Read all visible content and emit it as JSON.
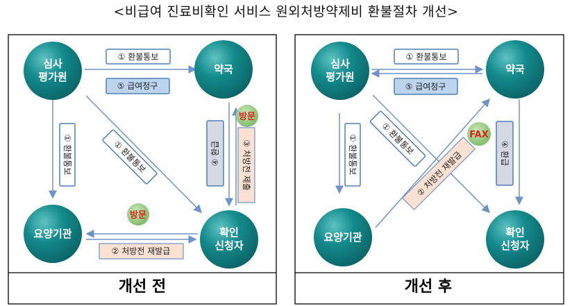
{
  "title": "<비급여 진료비확인 서비스 원외처방약제비 환불절차 개선>",
  "before": {
    "caption": "개선 전",
    "nodes": {
      "hira_1": "심사",
      "hira_2": "평가원",
      "pharmacy": "약국",
      "hospital": "요양기관",
      "applicant_1": "확인",
      "applicant_2": "신청자"
    },
    "labels": {
      "refund_notice_top": "① 환불통보",
      "claim": "⑤ 급여청구",
      "refund_notice_left": "① 환불통보",
      "refund_notice_diag": "① 환불통보",
      "refund": "④ 환급",
      "submit_rx": "③ 처방전 제출",
      "reissue_rx": "② 처방전 재발급",
      "visit_1": "방문",
      "visit_2": "방문"
    }
  },
  "after": {
    "caption": "개선 후",
    "nodes": {
      "hira_1": "심사",
      "hira_2": "평가원",
      "pharmacy": "약국",
      "hospital": "요양기관",
      "applicant_1": "확인",
      "applicant_2": "신청자"
    },
    "labels": {
      "refund_notice_top": "① 환불통보",
      "claim": "⑤ 급여청구",
      "refund_notice_left": "① 환불통보",
      "refund_notice_diag": "① 환불통보",
      "refund": "④ 환급",
      "reissue_rx": "② 처방전 재발급",
      "fax": "FAX"
    }
  },
  "colors": {
    "node": "#0f7f82",
    "arrow": "#6f93c8",
    "visit": "#8fc67a",
    "text_red": "#d8261b"
  }
}
